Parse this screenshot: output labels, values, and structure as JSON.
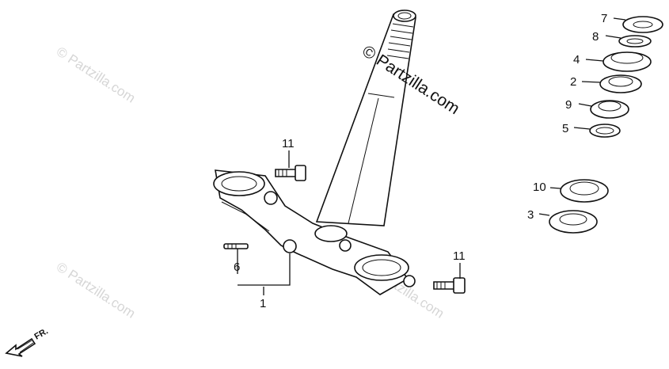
{
  "watermark": {
    "main": "© Partzilla.com",
    "faint": "© Partzilla.com"
  },
  "direction_label": "FR.",
  "callouts": {
    "c7": "7",
    "c8": "8",
    "c4": "4",
    "c2": "2",
    "c9": "9",
    "c5": "5",
    "c10": "10",
    "c3": "3",
    "c11a": "11",
    "c11b": "11",
    "c6": "6",
    "c1": "1"
  },
  "colors": {
    "ink": "#111111",
    "watermark": "#d6d6d6",
    "background": "#ffffff"
  }
}
